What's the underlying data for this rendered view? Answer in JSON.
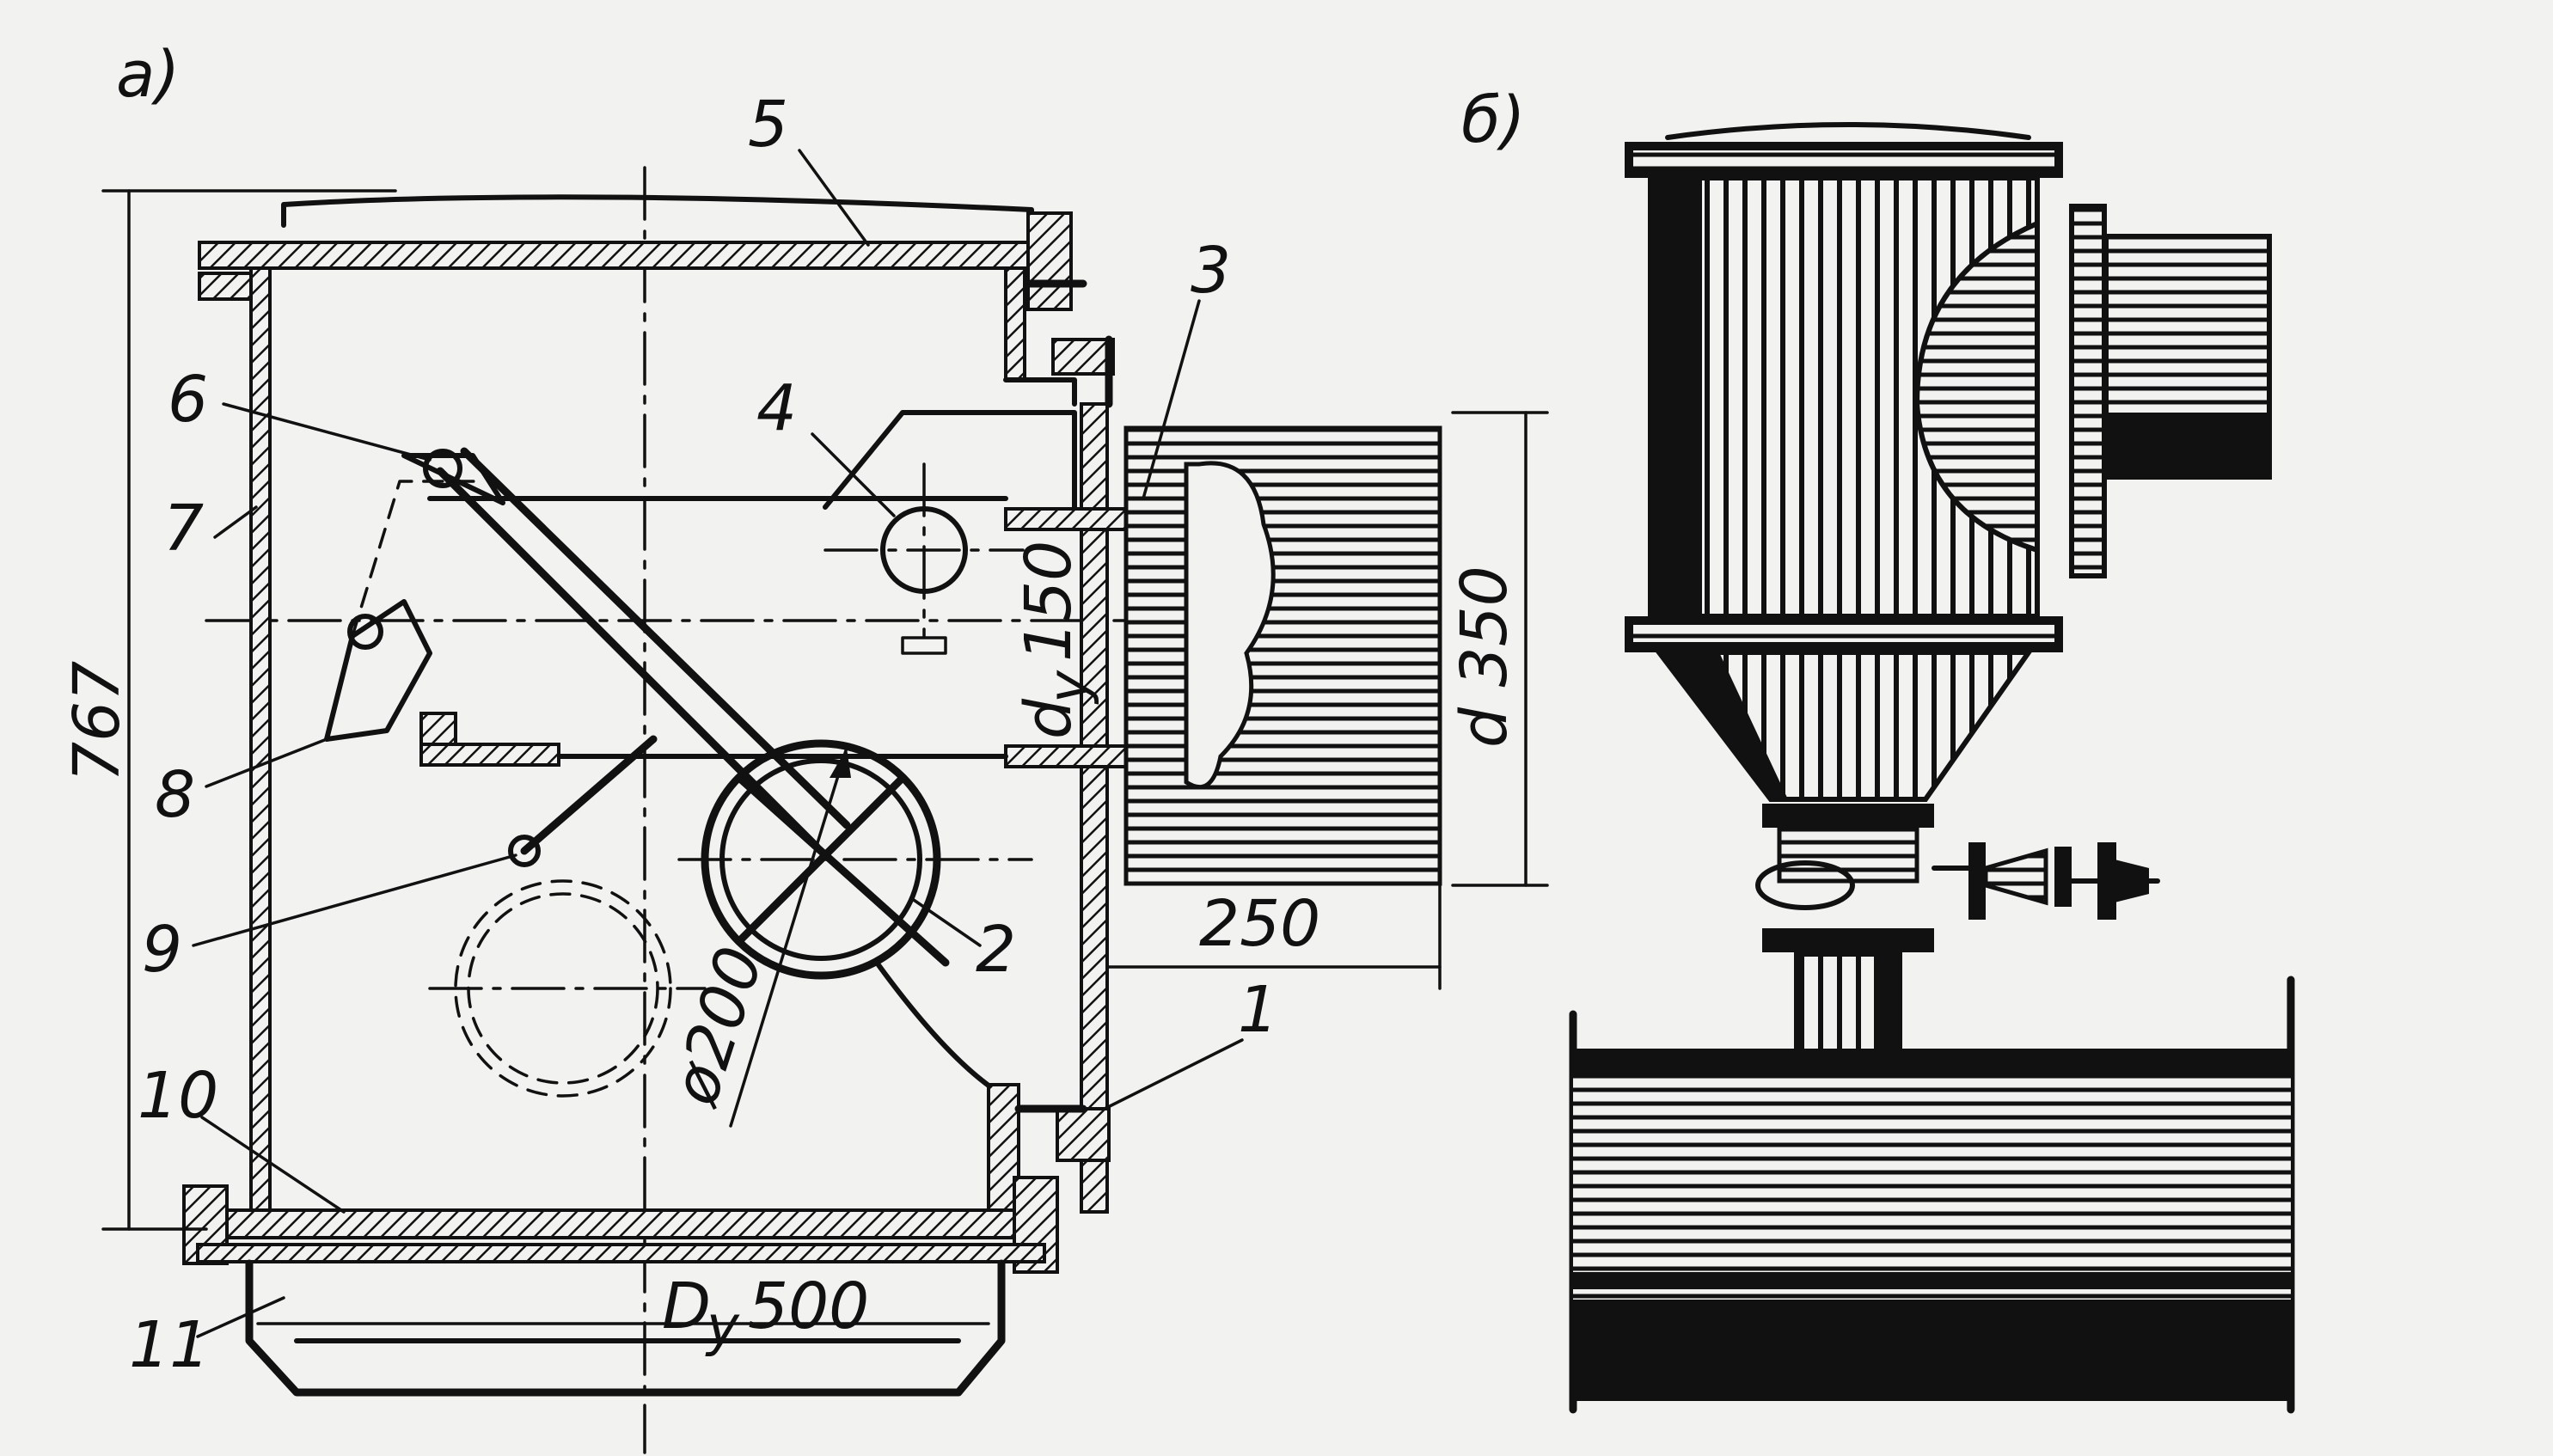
{
  "view_a": {
    "label": "а)"
  },
  "view_b": {
    "label": "б)"
  },
  "part_numbers": [
    "1",
    "2",
    "3",
    "4",
    "5",
    "6",
    "7",
    "8",
    "9",
    "10",
    "11"
  ],
  "dimensions": {
    "height": "767",
    "outlet_diameter": "d 350",
    "outlet_length": "250",
    "inlet_pipe": "d",
    "inlet_pipe_sub": "y",
    "inlet_pipe_value": "150",
    "valve_diameter": "ø200",
    "body_diameter": "D",
    "body_diameter_sub": "y",
    "body_diameter_value": "500"
  }
}
